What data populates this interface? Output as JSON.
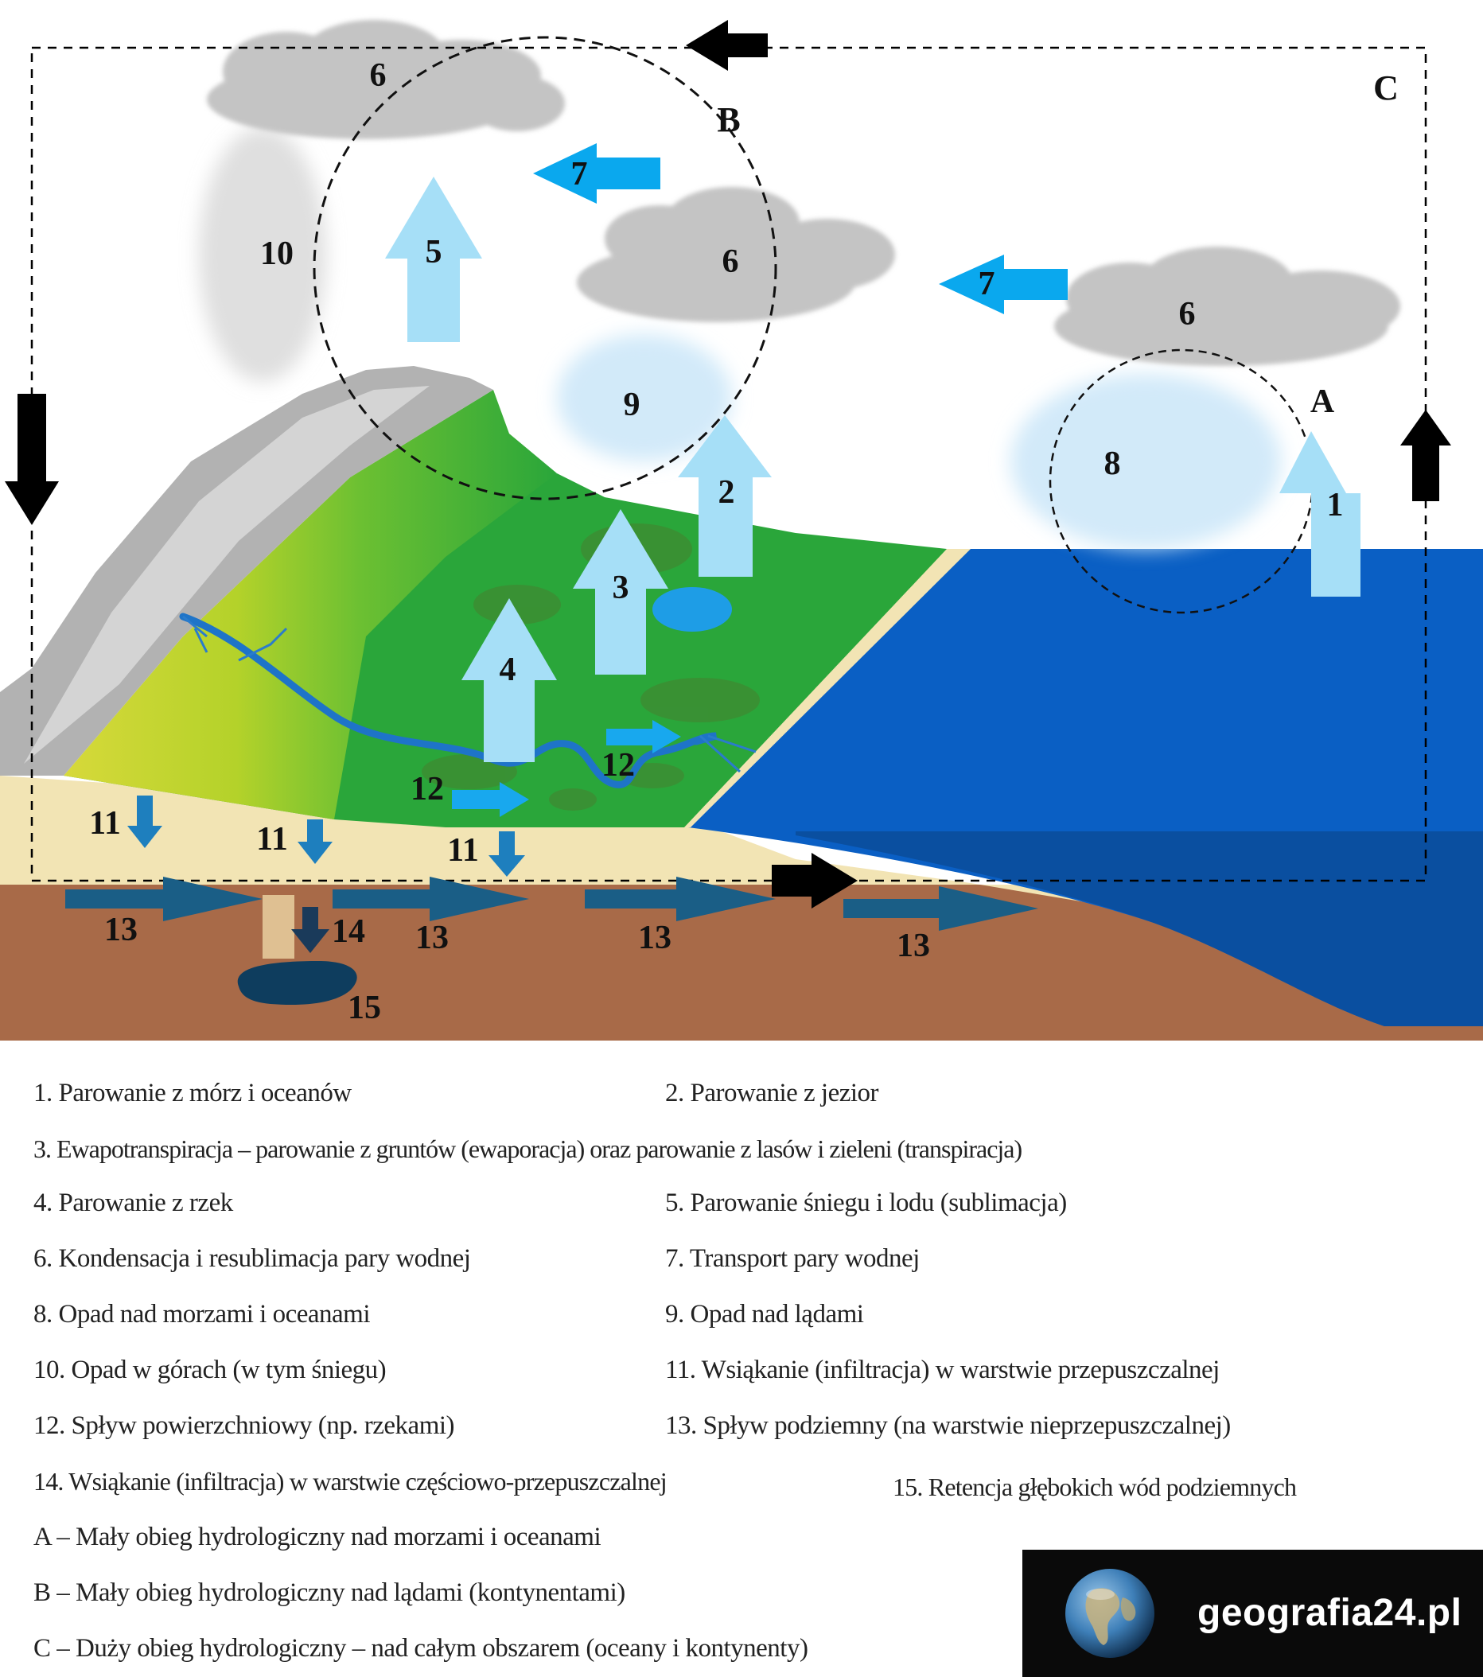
{
  "diagram": {
    "labels": {
      "n1": "1",
      "n2": "2",
      "n3": "3",
      "n4": "4",
      "n5": "5",
      "n6": "6",
      "n7": "7",
      "n8": "8",
      "n9": "9",
      "n10": "10",
      "n11": "11",
      "n12": "12",
      "n13": "13",
      "n14": "14",
      "n15": "15",
      "A": "A",
      "B": "B",
      "C": "C"
    }
  },
  "legend": {
    "items": [
      "1. Parowanie z mórz i oceanów",
      "2. Parowanie z jezior",
      "3. Ewapotranspiracja – parowanie z gruntów (ewaporacja) oraz parowanie z lasów i zieleni (transpiracja)",
      "4. Parowanie z rzek",
      "5. Parowanie śniegu i lodu (sublimacja)",
      "6. Kondensacja i resublimacja pary wodnej",
      "7. Transport pary wodnej",
      "8. Opad nad morzami i oceanami",
      "9. Opad nad lądami",
      "10. Opad w górach (w tym śniegu)",
      "11. Wsiąkanie (infiltracja) w warstwie przepuszczalnej",
      "12. Spływ powierzchniowy (np. rzekami)",
      "13. Spływ podziemny (na warstwie nieprzepuszczalnej)",
      "14. Wsiąkanie (infiltracja) w warstwie częściowo-przepuszczalnej",
      "15. Retencja głębokich wód podziemnych",
      "A – Mały obieg hydrologiczny nad morzami i oceanami",
      "B – Mały obieg hydrologiczny nad lądami (kontynentami)",
      "C – Duży obieg hydrologiczny – nad całym obszarem (oceany i kontynenty)"
    ]
  },
  "logo": {
    "text": "geografia24.pl"
  },
  "colors": {
    "ocean": "#0a5fc4",
    "ocean_deep": "#0a4fa0",
    "soil": "#a86a48",
    "sand": "#f2e4b4",
    "cloud": "#c4c4c4",
    "up_arrow": "#a6dff7",
    "vapor_arrow": "#0aa8ee",
    "flow_arrow": "#1a5e86",
    "infiltration_arrow": "#1e7fbe",
    "cycle_arrow": "#000000"
  }
}
